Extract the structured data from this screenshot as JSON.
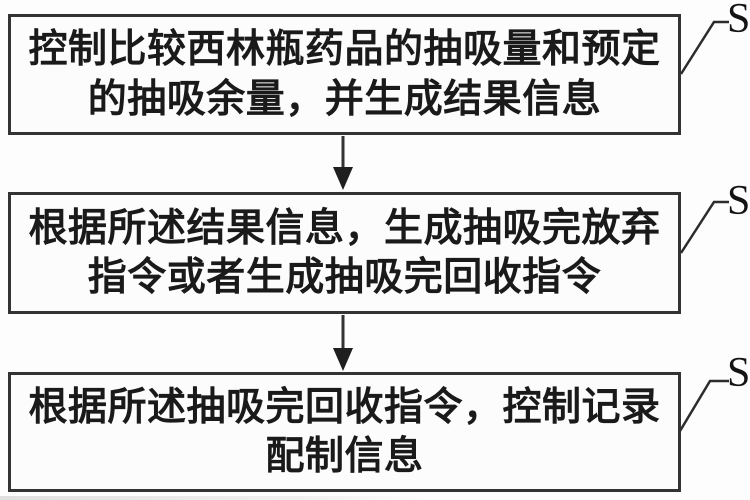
{
  "flowchart": {
    "background_color": "#fdfdfd",
    "border_color": "#333333",
    "text_color": "#1a1a1a",
    "steps": [
      {
        "line1": "控制比较西林瓶药品的抽吸量和预定",
        "line2": "的抽吸余量，并生成结果信息",
        "label": "S"
      },
      {
        "line1": "根据所述结果信息，生成抽吸完放弃",
        "line2": "指令或者生成抽吸完回收指令",
        "label": "S"
      },
      {
        "line1": "根据所述抽吸完回收指令，控制记录",
        "line2": "配制信息",
        "label": "S"
      }
    ]
  }
}
